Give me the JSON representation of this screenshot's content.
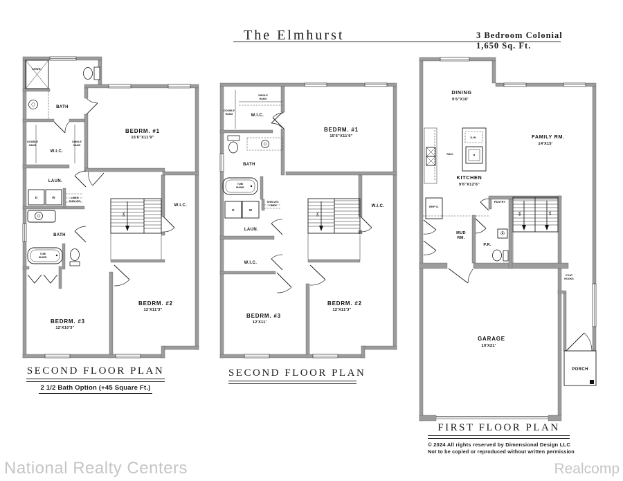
{
  "header": {
    "title": "The Elmhurst",
    "spec1": "3 Bedroom Colonial",
    "spec2": "1,650 Sq. Ft."
  },
  "watermark": {
    "left": "National Realty Centers",
    "right": "Realcomp"
  },
  "plan_a": {
    "caption": "SECOND FLOOR PLAN",
    "subcaption": "2 1/2 Bath Option (+45 Square Ft.)",
    "rooms": {
      "shwr": "SHWR.",
      "bath_upper": "BATH",
      "wic_upper": "W.I.C.",
      "dbl1": "DOUBLE",
      "dbl2": "HANG",
      "sgl1": "SINGLE",
      "sgl2": "HANG",
      "bedrm1": "BEDRM.  #1",
      "bedrm1_dim": "15'6\"X11'9\"",
      "laun": "LAUN.",
      "dryer": "D",
      "washer": "W",
      "linen1": "LINEN",
      "linen2": "SHELVES",
      "bath_lower": "BATH",
      "tub1": "TUB/",
      "tub2": "SHWR.",
      "dn": "DN.",
      "wic_right": "W.I.C.",
      "bedrm2": "BEDRM.  #2",
      "bedrm2_dim": "12'X11'3\"",
      "bedrm3": "BEDRM.  #3",
      "bedrm3_dim": "12'X10'3\""
    }
  },
  "plan_b": {
    "caption": "SECOND FLOOR PLAN",
    "rooms": {
      "sgl1": "SINGLE",
      "sgl2": "HANG",
      "dbl1": "DOUBLE",
      "dbl2": "HANG",
      "wic_upper": "W.I.C.",
      "bath": "BATH",
      "bedrm1": "BEDRM.  #1",
      "bedrm1_dim": "15'6\"X11'9\"",
      "tub1": "TUB/",
      "tub2": "SHWR.",
      "dryer": "D",
      "washer": "W",
      "shv1": "SHELVES",
      "shv2": "LINEN",
      "laun": "LAUN.",
      "wic_left": "W.I.C.",
      "dn": "DN.",
      "wic_right": "W.I.C.",
      "bedrm3": "BEDRM.  #3",
      "bedrm3_dim": "12'X11'",
      "bedrm2": "BEDRM.  #2",
      "bedrm2_dim": "12'X11'3\""
    }
  },
  "plan_c": {
    "caption": "FIRST FLOOR PLAN",
    "copyright1": "© 2024  All rights reserved by  Dimensional Design LLC",
    "copyright2": "Not to be copied or reproduced without written permission",
    "rooms": {
      "dining": "DINING",
      "dining_dim": "9'6\"X10'",
      "family": "FAMILY  RM.",
      "family_dim": "14'X15'",
      "dw": "D.W.",
      "ro": "R&O",
      "kitchen": "KITCHEN",
      "kitchen_dim": "9'6\"X12'6\"",
      "refg": "REF'G.",
      "pantry": "PANTRY",
      "dn": "DN.",
      "up": "UP.",
      "mud1": "MUD",
      "mud2": "RM.",
      "pr": "P.R.",
      "coat1": "COAT",
      "coat2": "HOOKS",
      "garage": "GARAGE",
      "garage_dim": "19'X21'",
      "porch": "PORCH"
    }
  }
}
